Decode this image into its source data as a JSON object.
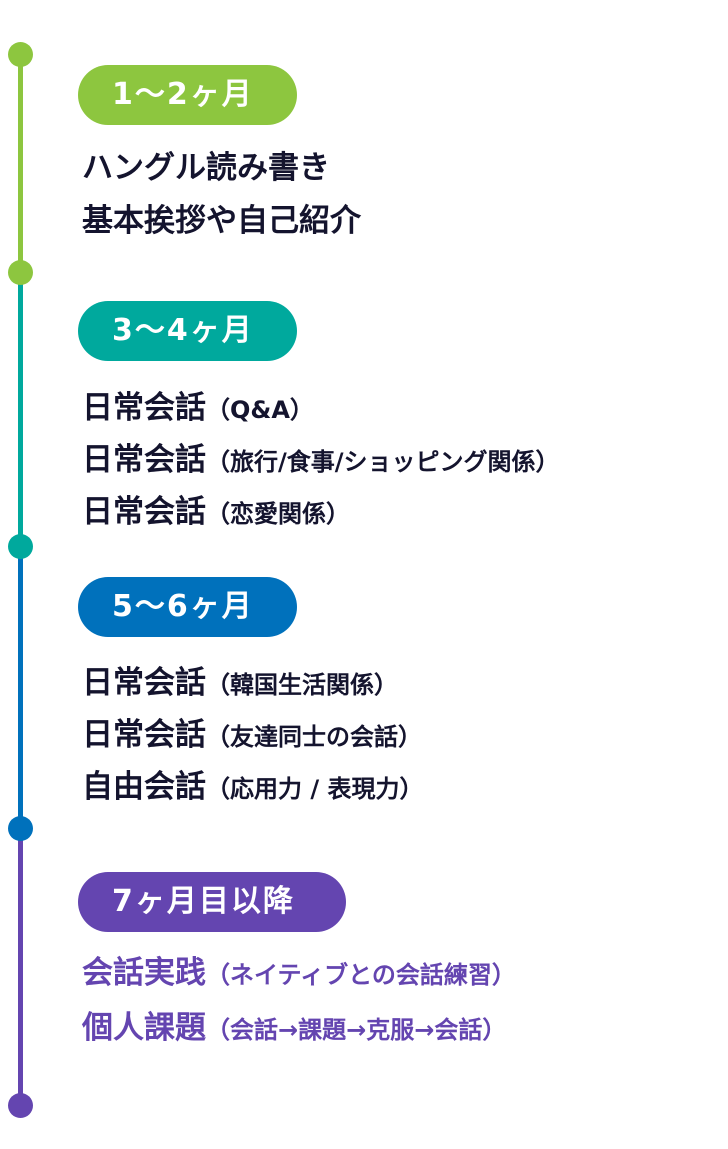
{
  "colors": {
    "green": "#8dc63f",
    "teal": "#00a99d",
    "blue": "#0071bc",
    "purple": "#6445b0",
    "text": "#14142e"
  },
  "stages": [
    {
      "label": "1〜2ヶ月",
      "items": [
        {
          "main": "ハングル読み書き",
          "sub": ""
        },
        {
          "main": "基本挨拶や自己紹介",
          "sub": ""
        }
      ]
    },
    {
      "label": "3〜4ヶ月",
      "items": [
        {
          "main": "日常会話",
          "sub": "（Q&A）"
        },
        {
          "main": "日常会話",
          "sub": "（旅行/食事/ショッピング関係）"
        },
        {
          "main": "日常会話",
          "sub": "（恋愛関係）"
        }
      ]
    },
    {
      "label": "5〜6ヶ月",
      "items": [
        {
          "main": "日常会話",
          "sub": "（韓国生活関係）"
        },
        {
          "main": "日常会話",
          "sub": "（友達同士の会話）"
        },
        {
          "main": "自由会話",
          "sub": "（応用力 / 表現力）"
        }
      ]
    },
    {
      "label": "7ヶ月目以降",
      "items": [
        {
          "main": "会話実践",
          "sub": "（ネイティブとの会話練習）"
        },
        {
          "main": "個人課題",
          "sub": "（会話→課題→克服→会話）"
        }
      ]
    }
  ]
}
